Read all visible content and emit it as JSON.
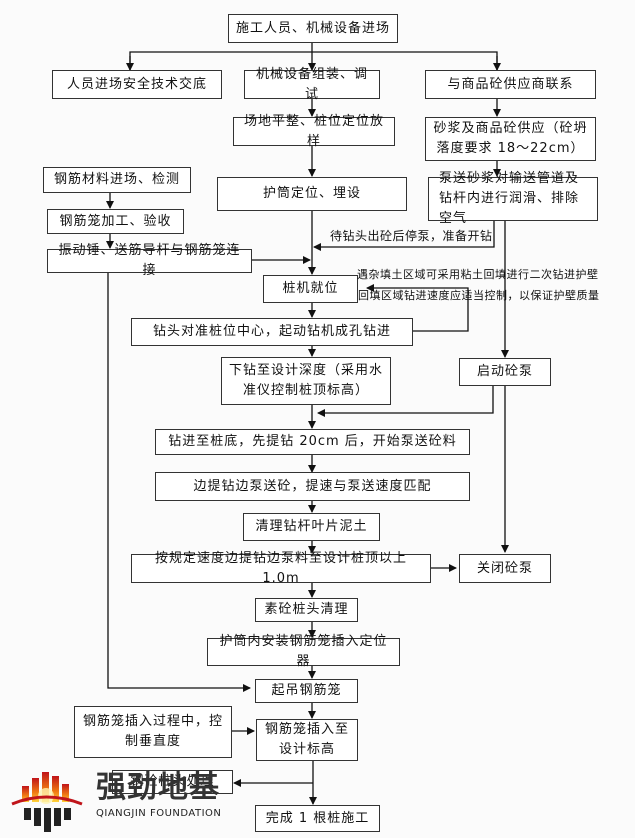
{
  "flowchart": {
    "start": "施工人员、机械设备进场",
    "safety": "人员进场安全技术交底",
    "assembly": "机械设备组装、调试",
    "supplier": "与商品砼供应商联系",
    "site_prep": "场地平整、桩位定位放样",
    "supply": "砂浆及商品砼供应（砼坍落度要求 18～22cm）",
    "casing": "护筒定位、埋设",
    "pump_mortar": "泵送砂浆对输送管道及钻杆内进行润滑、排除空气",
    "rebar_in": "钢筋材料进场、检测",
    "rebar_cage": "钢筋笼加工、验收",
    "vibro_connect": "振动锤、送筋导杆与钢筋笼连接",
    "rig_position": "桩机就位",
    "drill_start": "钻头对准桩位中心，起动钻机成孔钻进",
    "drill_depth": "下钻至设计深度（采用水准仪控制桩顶标高）",
    "start_pump": "启动砼泵",
    "lift_pump": "钻进至桩底，先提钻 20cm 后，开始泵送砼料",
    "lift_while_pump": "边提钻边泵送砼，提速与泵送速度匹配",
    "clean_auger": "清理钻杆叶片泥土",
    "pump_to_top": "按规定速度边提钻边泵料至设计桩顶以上 1.0m",
    "stop_pump": "关闭砼泵",
    "clean_head": "素砼桩头清理",
    "install_locator": "护筒内安装钢筋笼插入定位器",
    "hoist_cage": "起吊钢筋笼",
    "control_vertical": "钢筋笼插入过程中，控制垂直度",
    "insert_cage": "钢筋笼插入至设计标高",
    "pile_head": "钢砼桩头处理",
    "finish": "完成 1 根桩施工"
  },
  "notes": {
    "wait_concrete": "待钻头出砼后停泵，准备开钻",
    "backfill_line1": "遇杂填土区域可采用粘土回填进行二次钻进护壁",
    "backfill_line2": "回填区域钻进速度应适当控制，以保证护壁质量"
  },
  "logo": {
    "name_cn": "强劲地基",
    "name_en": "QIANGJIN FOUNDATION"
  }
}
